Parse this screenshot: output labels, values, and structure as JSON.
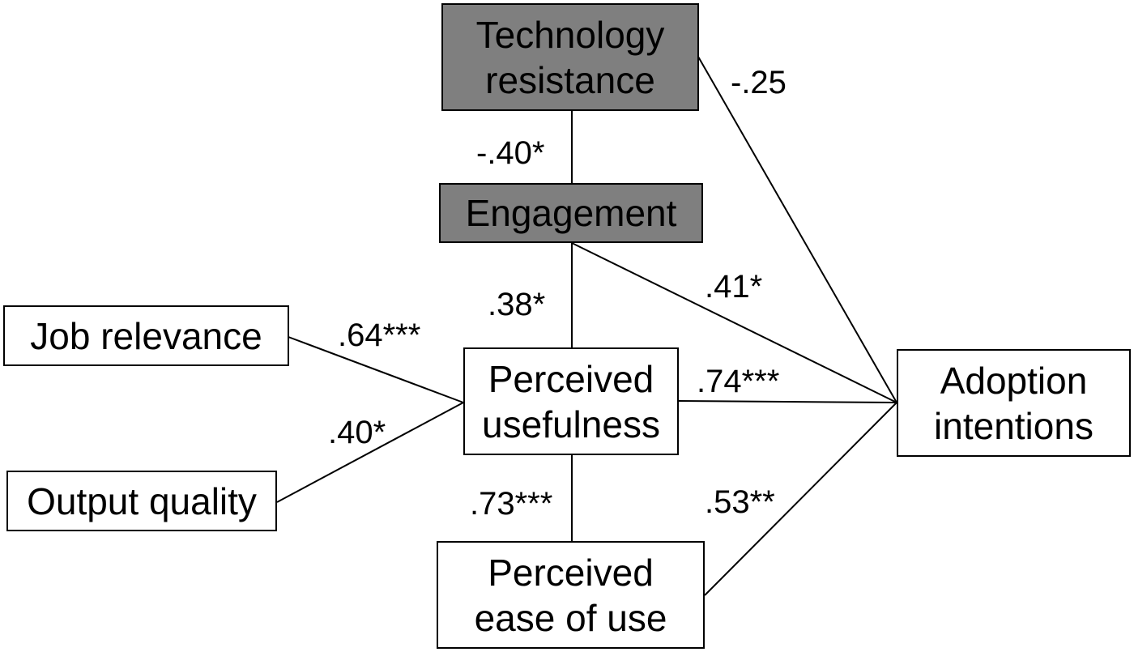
{
  "colors": {
    "shaded_fill": "#7f7f7f",
    "plain_fill": "#ffffff",
    "stroke": "#000000",
    "text": "#000000"
  },
  "nodes": {
    "technology_resistance": {
      "label": "Technology\nresistance",
      "fill": "shaded"
    },
    "engagement": {
      "label": "Engagement",
      "fill": "shaded"
    },
    "job_relevance": {
      "label": "Job relevance",
      "fill": "plain"
    },
    "output_quality": {
      "label": "Output quality",
      "fill": "plain"
    },
    "perceived_usefulness": {
      "label": "Perceived\nusefulness",
      "fill": "plain"
    },
    "perceived_ease_of_use": {
      "label": "Perceived\nease of use",
      "fill": "plain"
    },
    "adoption_intentions": {
      "label": "Adoption\nintentions",
      "fill": "plain"
    }
  },
  "paths": [
    {
      "from": "technology_resistance",
      "to": "engagement",
      "coefficient": "-.40*"
    },
    {
      "from": "technology_resistance",
      "to": "adoption_intentions",
      "coefficient": "-.25"
    },
    {
      "from": "engagement",
      "to": "perceived_usefulness",
      "coefficient": ".38*"
    },
    {
      "from": "engagement",
      "to": "adoption_intentions",
      "coefficient": ".41*"
    },
    {
      "from": "job_relevance",
      "to": "perceived_usefulness",
      "coefficient": ".64***"
    },
    {
      "from": "output_quality",
      "to": "perceived_usefulness",
      "coefficient": ".40*"
    },
    {
      "from": "perceived_usefulness",
      "to": "adoption_intentions",
      "coefficient": ".74***"
    },
    {
      "from": "perceived_ease_of_use",
      "to": "perceived_usefulness",
      "coefficient": ".73***"
    },
    {
      "from": "perceived_ease_of_use",
      "to": "adoption_intentions",
      "coefficient": ".53**"
    }
  ]
}
